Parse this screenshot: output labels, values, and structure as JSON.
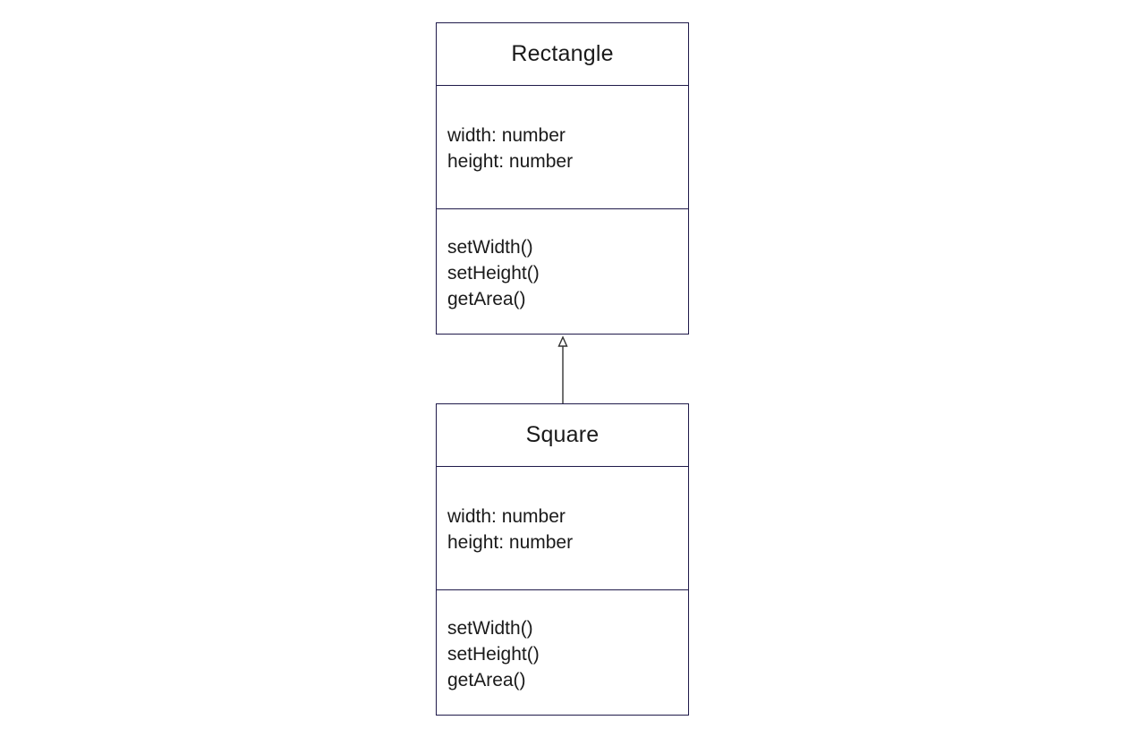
{
  "diagram": {
    "classes": [
      {
        "name": "Rectangle",
        "attributes": [
          "width: number",
          "height: number"
        ],
        "methods": [
          "setWidth()",
          "setHeight()",
          "getArea()"
        ]
      },
      {
        "name": "Square",
        "attributes": [
          "width: number",
          "height: number"
        ],
        "methods": [
          "setWidth()",
          "setHeight()",
          "getArea()"
        ]
      }
    ],
    "relationship": {
      "type": "inheritance",
      "from": "Square",
      "to": "Rectangle"
    },
    "colors": {
      "border": "#1f1a4a",
      "text": "#1a1a1a",
      "arrow": "#333333"
    }
  }
}
